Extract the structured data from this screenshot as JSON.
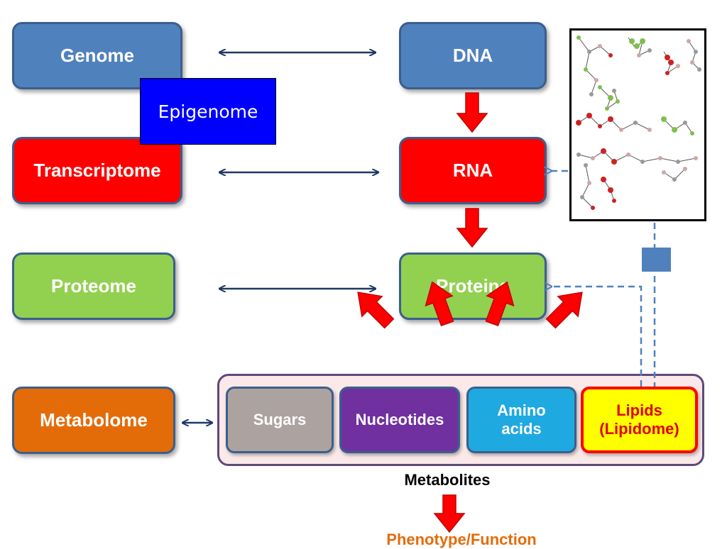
{
  "omics": {
    "genome": "Genome",
    "epigenome": "Epigenome",
    "transcriptome": "Transcriptome",
    "proteome": "Proteome",
    "metabolome": "Metabolome"
  },
  "molecules": {
    "dna": "DNA",
    "rna": "RNA",
    "proteins": "Proteins"
  },
  "metabolites": {
    "sugars": "Sugars",
    "nucleotides": "Nucleotides",
    "amino_line1": "Amino",
    "amino_line2": "acids",
    "lipids_line1": "Lipids",
    "lipids_line2": "(Lipidome)",
    "label": "Metabolites"
  },
  "outcome": "Phenotype/Function",
  "colors": {
    "genome_blue": "#4f81bd",
    "transcript_red": "#ff0000",
    "proteome_green": "#92d050",
    "metabolome_orange": "#e36c09",
    "epigenome_blue": "#0000ff",
    "arrow_navy": "#1f3864",
    "lipid_yellow": "#ffff00"
  }
}
